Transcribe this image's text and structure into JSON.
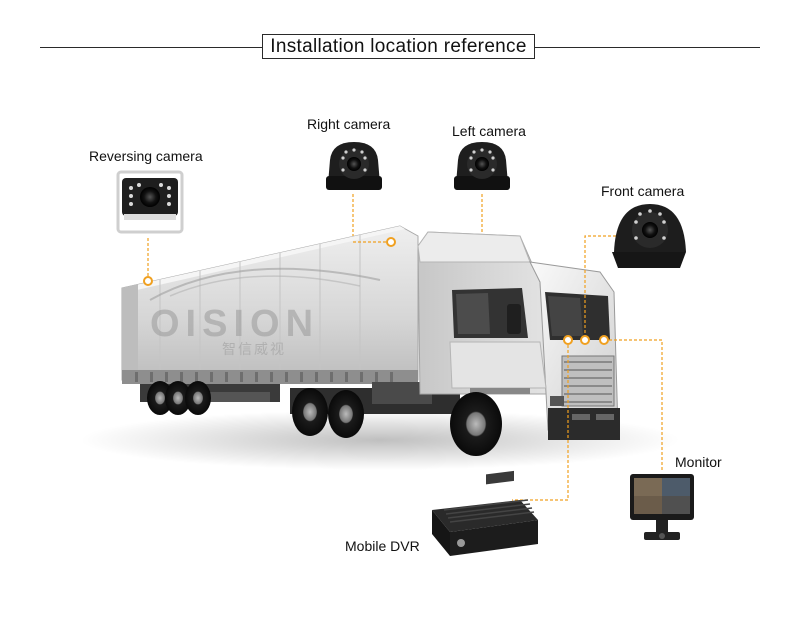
{
  "header": {
    "title": "Installation location reference"
  },
  "labels": {
    "reversing_camera": "Reversing camera",
    "right_camera": "Right camera",
    "left_camera": "Left camera",
    "front_camera": "Front camera",
    "monitor": "Monitor",
    "mobile_dvr": "Mobile DVR"
  },
  "watermark": {
    "brand": "OISION",
    "subtitle": "智信威视"
  },
  "colors": {
    "accent": "#f0a020",
    "line": "#2a2a2a",
    "truck_body": "#d9d9d9",
    "device": "#1c1c1c"
  }
}
